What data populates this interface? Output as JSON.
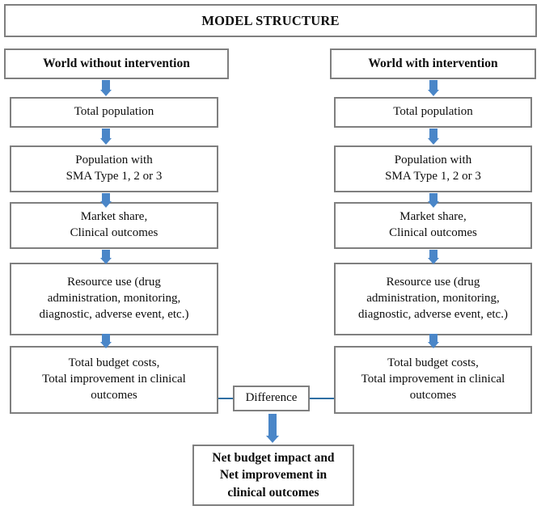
{
  "diagram": {
    "title": "MODEL STRUCTURE",
    "columns": [
      {
        "id": "without-intervention",
        "header": "World without intervention",
        "steps": [
          "Total population",
          "Population with\nSMA Type 1, 2 or 3",
          "Market share,\nClinical outcomes",
          "Resource use (drug\nadministration, monitoring,\ndiagnostic, adverse event, etc.)",
          "Total budget costs,\nTotal improvement in clinical\noutcomes"
        ]
      },
      {
        "id": "with-intervention",
        "header": "World with intervention",
        "steps": [
          "Total population",
          "Population with\nSMA Type 1, 2 or 3",
          "Market share,\nClinical outcomes",
          "Resource use (drug\nadministration, monitoring,\ndiagnostic, adverse event, etc.)",
          "Total budget costs,\nTotal improvement in clinical\noutcomes"
        ]
      }
    ],
    "difference_node": "Difference",
    "result_node": "Net budget impact and\nNet improvement in\nclinical outcomes",
    "icons": {
      "flow_arrow": "arrow-down-icon",
      "connector": "connector-line"
    },
    "colors": {
      "box_border": "#7f7f7f",
      "arrow_blue": "#4a86c8",
      "connector_blue": "#2e6fa3",
      "text": "#0d0d0d",
      "background": "#ffffff"
    }
  }
}
